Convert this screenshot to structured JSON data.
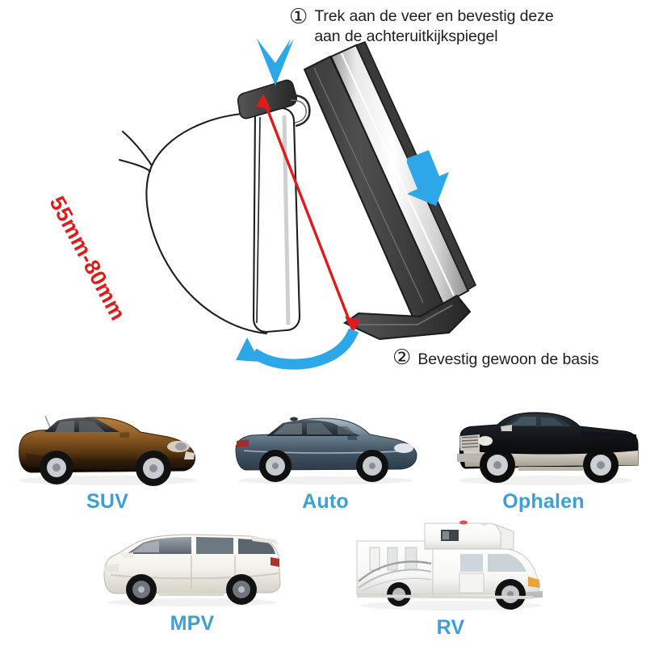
{
  "page": {
    "background": "#ffffff",
    "accent_blue": "#2da7e8",
    "label_blue": "#3f9ed2",
    "arrow_red": "#e01b1b",
    "body_dark": "#1e1e1e"
  },
  "steps": [
    {
      "number": "①",
      "text": "Trek aan de veer en bevestig deze\naan de achteruitkijkspiegel"
    },
    {
      "number": "②",
      "text": "Bevestig gewoon de basis"
    }
  ],
  "measurement": {
    "label": "55mm-80mm",
    "color": "#e01b1b"
  },
  "diagram": {
    "parts": [
      {
        "name": "rear-view-mirror-outline",
        "style": "line-art"
      },
      {
        "name": "sun-visor-bar",
        "style": "dark-grey-with-silver-strip"
      },
      {
        "name": "spring-clip",
        "style": "dark-grey"
      },
      {
        "name": "mounting-base",
        "style": "dark-grey"
      }
    ],
    "arrows": [
      {
        "name": "pull-down-arrow",
        "direction": "down",
        "color": "#2da7e8"
      },
      {
        "name": "slide-down-arrow",
        "direction": "down-right",
        "color": "#2da7e8"
      },
      {
        "name": "swing-arrow",
        "direction": "curved-left",
        "color": "#2da7e8"
      },
      {
        "name": "span-measure-arrow",
        "direction": "double",
        "color": "#e01b1b"
      }
    ]
  },
  "vehicles": [
    {
      "id": "suv",
      "label": "SUV",
      "color": "#8a5a24",
      "facing": "right"
    },
    {
      "id": "auto",
      "label": "Auto",
      "color": "#6d8699",
      "facing": "right"
    },
    {
      "id": "pickup",
      "label": "Ophalen",
      "color": "#1b1b20",
      "facing": "left"
    },
    {
      "id": "mpv",
      "label": "MPV",
      "color": "#f2efe9",
      "facing": "left"
    },
    {
      "id": "rv",
      "label": "RV",
      "color": "#fbfbfb",
      "facing": "right"
    }
  ]
}
